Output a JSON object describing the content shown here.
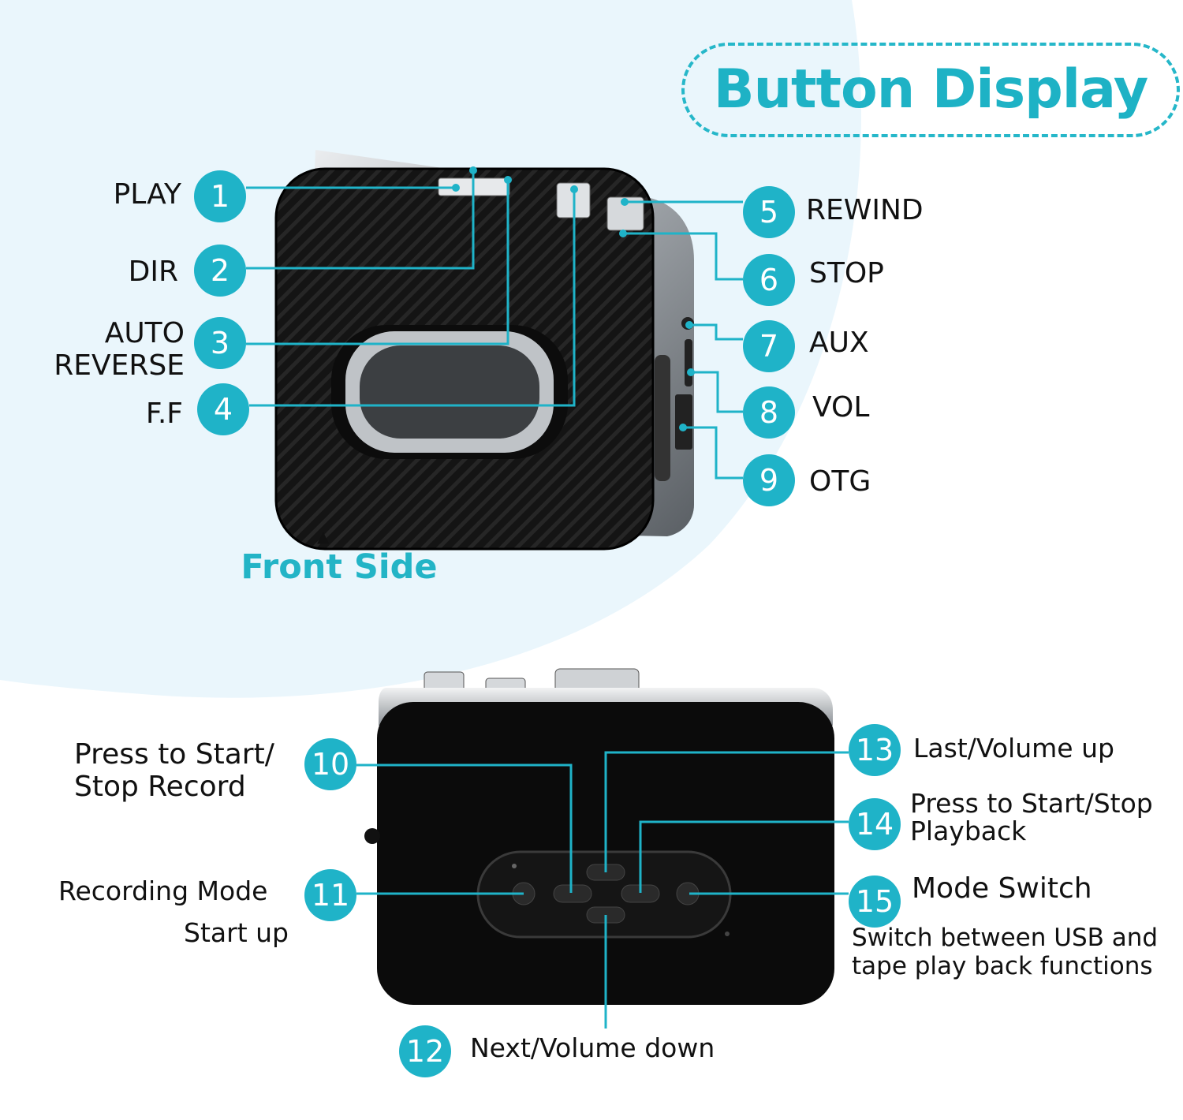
{
  "title": "Button Display",
  "front_caption": "Front Side",
  "colors": {
    "accent": "#1fb3c8",
    "background_blob": "#e9f5fc",
    "device_body": "#111111",
    "device_chrome": "#c9ccd0"
  },
  "front_callouts": [
    {
      "num": "1",
      "label": "PLAY"
    },
    {
      "num": "2",
      "label": "DIR"
    },
    {
      "num": "3",
      "label_lines": [
        "AUTO",
        "REVERSE"
      ]
    },
    {
      "num": "4",
      "label": "F.F"
    },
    {
      "num": "5",
      "label": "REWIND"
    },
    {
      "num": "6",
      "label": "STOP"
    },
    {
      "num": "7",
      "label": "AUX"
    },
    {
      "num": "8",
      "label": "VOL"
    },
    {
      "num": "9",
      "label": "OTG"
    }
  ],
  "back_callouts": [
    {
      "num": "10",
      "label_lines": [
        "Press to Start/",
        "Stop Record"
      ]
    },
    {
      "num": "11",
      "label_lines": [
        "Recording Mode",
        "Start up"
      ]
    },
    {
      "num": "12",
      "label": "Next/Volume down"
    },
    {
      "num": "13",
      "label": "Last/Volume up"
    },
    {
      "num": "14",
      "label_lines": [
        "Press to Start/Stop",
        "Playback"
      ]
    },
    {
      "num": "15",
      "label": "Mode Switch",
      "description_lines": [
        "Switch between USB and",
        "tape play back functions"
      ]
    }
  ]
}
